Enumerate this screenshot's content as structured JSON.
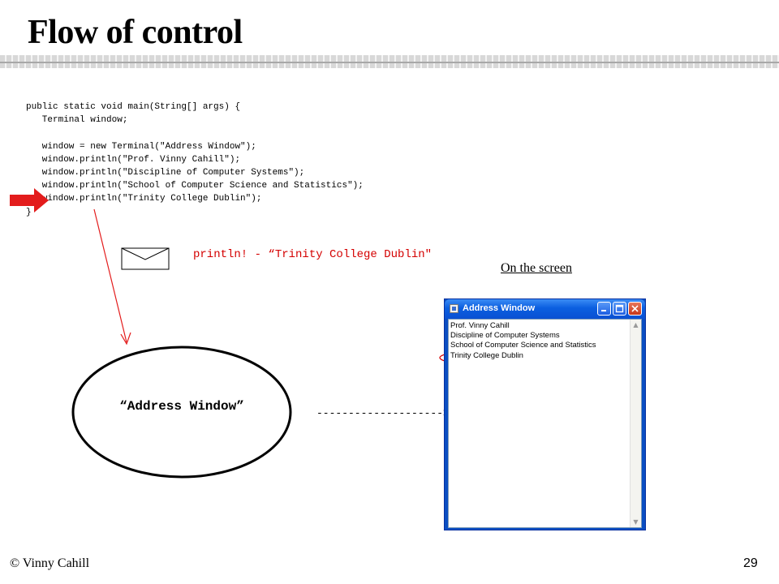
{
  "slide": {
    "title": "Flow of control",
    "footer_left": "© Vinny Cahill",
    "page_number": "29"
  },
  "code_lines": [
    "public static void main(String[] args) {",
    "   Terminal window;",
    "",
    "   window = new Terminal(\"Address Window\");",
    "   window.println(\"Prof. Vinny Cahill\");",
    "   window.println(\"Discipline of Computer Systems\");",
    "   window.println(\"School of Computer Science and Statistics\");",
    "   window.println(\"Trinity College Dublin\");",
    "}"
  ],
  "diagram": {
    "message": "println! - “Trinity College Dublin\"",
    "screen_label": "On the screen",
    "object_label": "“Address Window”",
    "dashed_arrow": "-------------------->",
    "colors": {
      "arrow": "#e31c1c",
      "highlight": "#d40000"
    }
  },
  "terminal_window": {
    "title": "Address Window",
    "lines": [
      "Prof. Vinny Cahill",
      "Discipline of Computer Systems",
      "School of Computer Science and Statistics",
      "Trinity College Dublin"
    ]
  }
}
